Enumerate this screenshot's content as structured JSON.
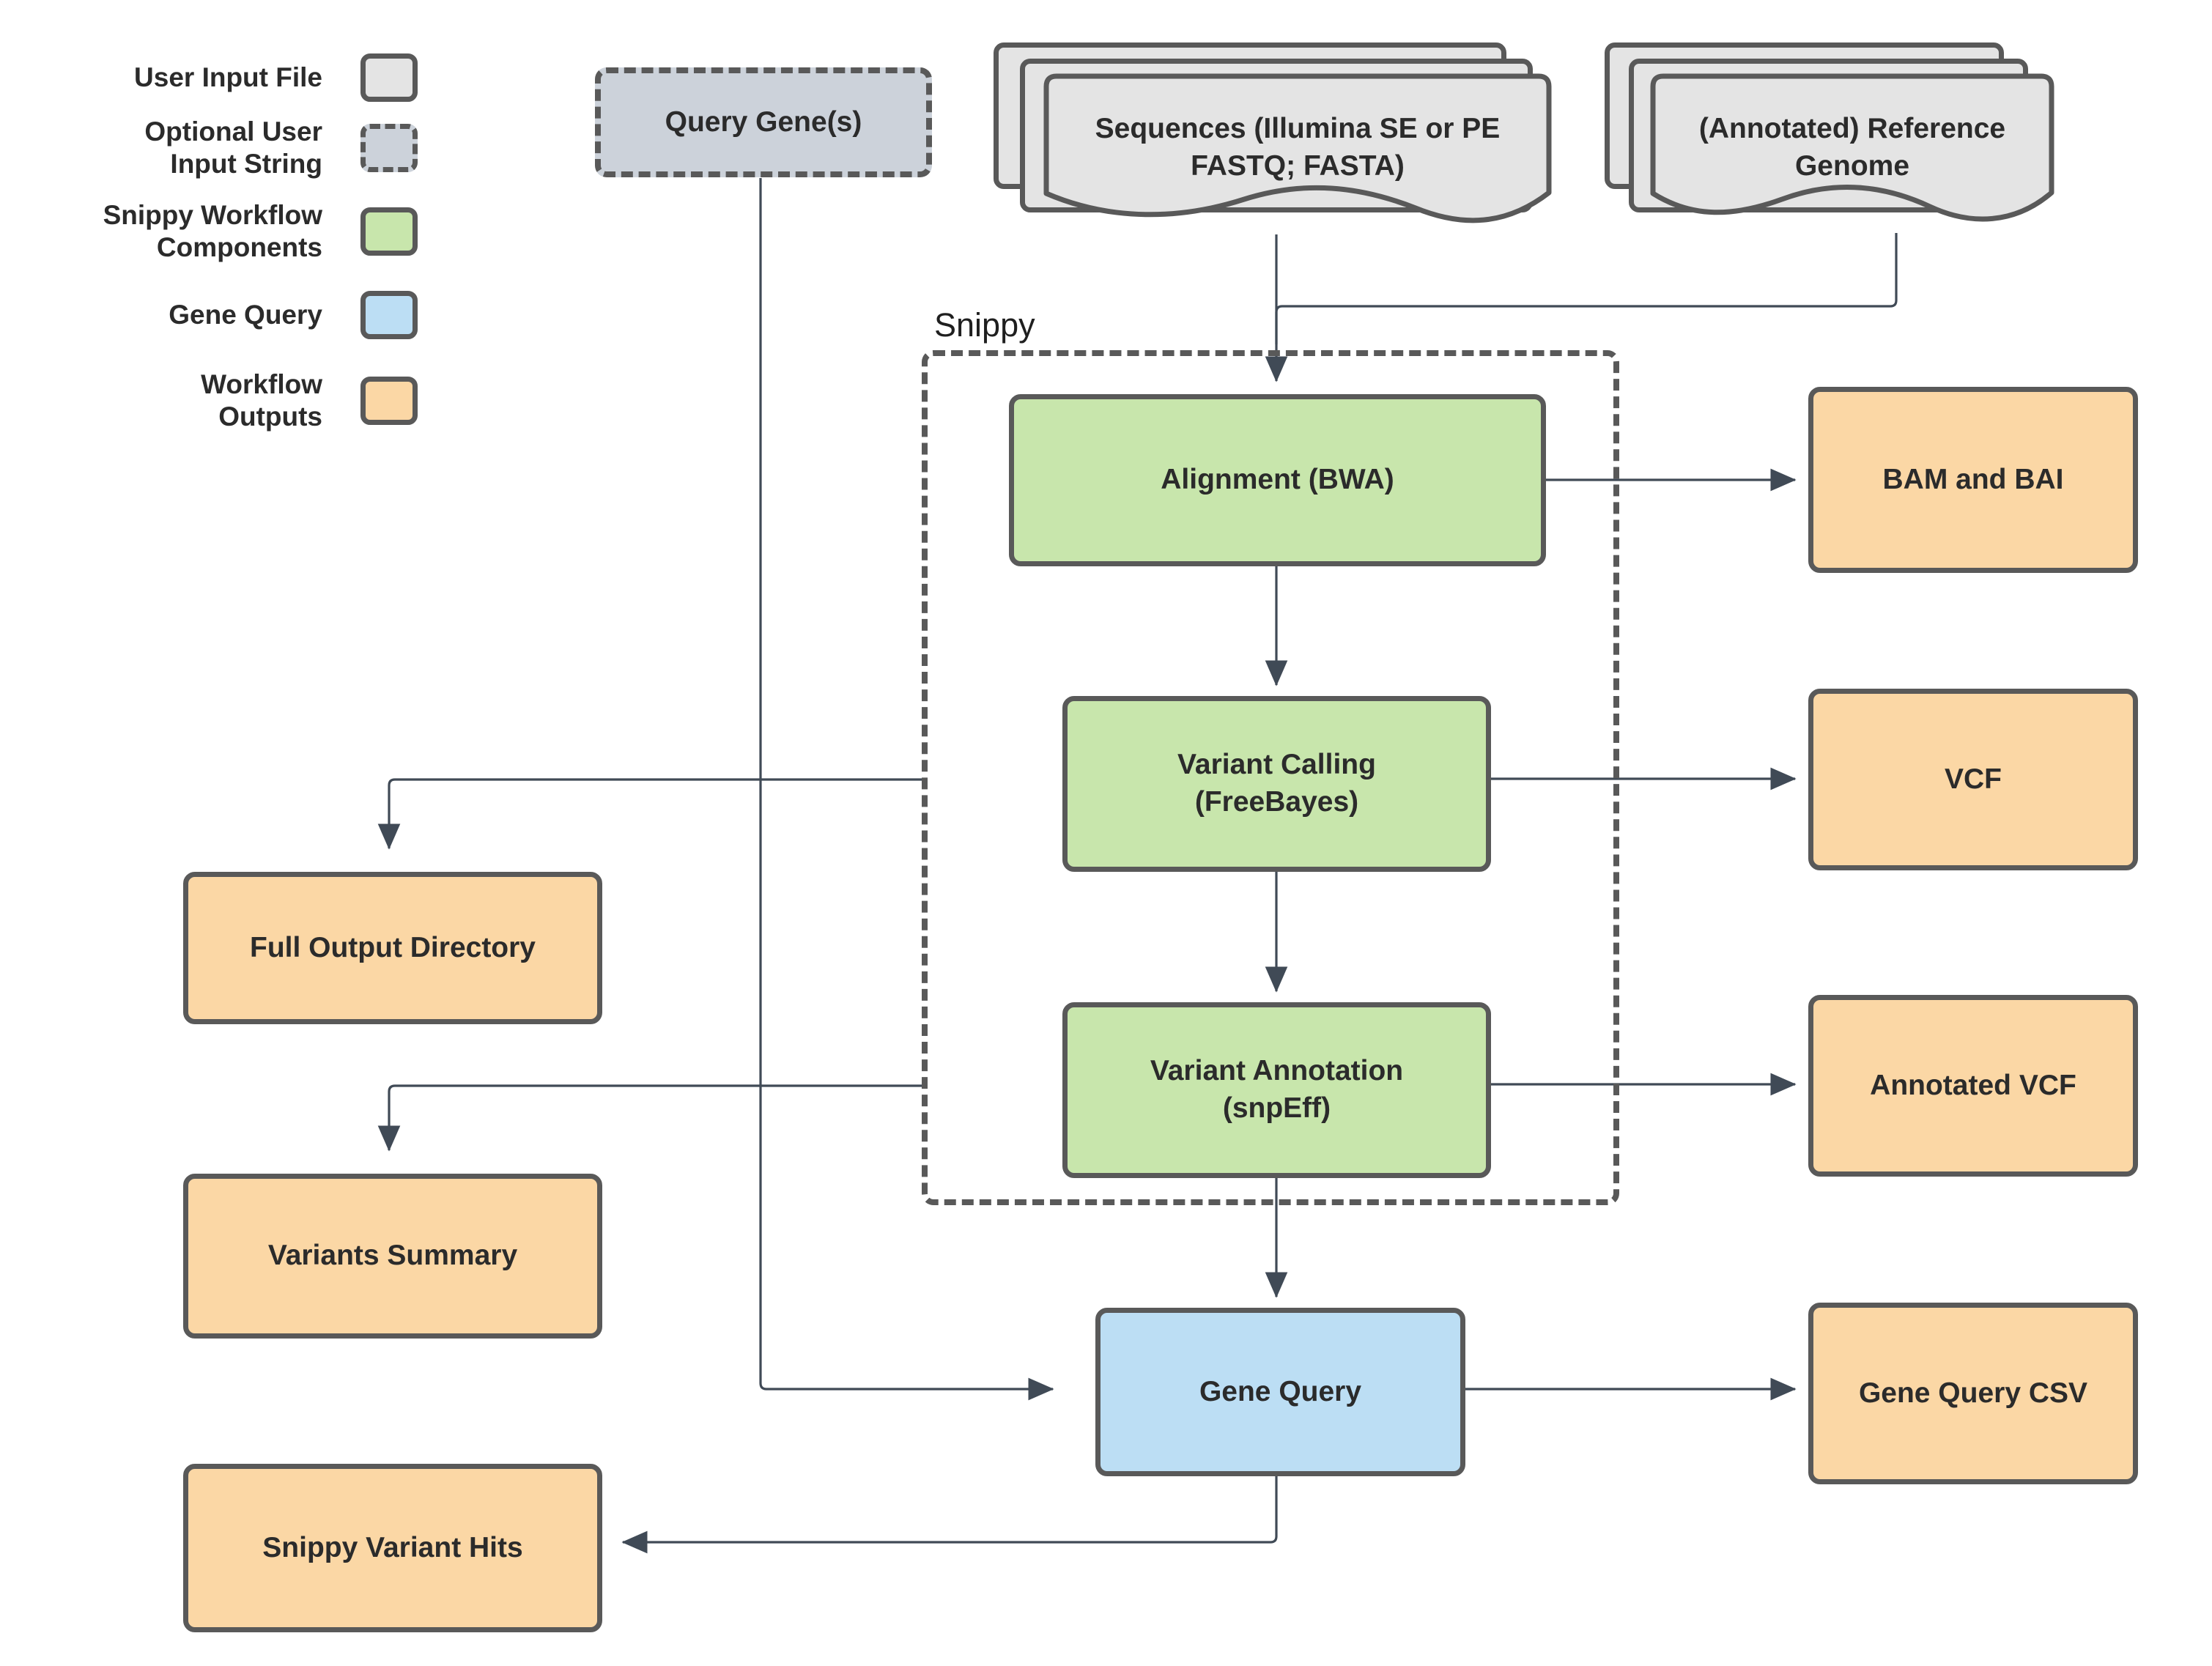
{
  "legend": {
    "items": [
      {
        "label": "User Input File",
        "swatch": "grey-solid",
        "color": "#e4e4e4"
      },
      {
        "label": "Optional User\nInput String",
        "swatch": "slate-dashed",
        "color": "#ccd2da"
      },
      {
        "label": "Snippy Workflow\nComponents",
        "swatch": "green-solid",
        "color": "#c8e6ac"
      },
      {
        "label": "Gene Query",
        "swatch": "blue-solid",
        "color": "#bcdef4"
      },
      {
        "label": "Workflow\nOutputs",
        "swatch": "orange-solid",
        "color": "#fbd7a5"
      }
    ]
  },
  "group": {
    "title": "Snippy"
  },
  "nodes": {
    "query_genes": "Query Gene(s)",
    "sequences": "Sequences (Illumina SE or PE\nFASTQ; FASTA)",
    "reference_genome": "(Annotated) Reference\nGenome",
    "alignment": "Alignment (BWA)",
    "variant_calling": "Variant Calling\n(FreeBayes)",
    "variant_annotation": "Variant Annotation\n(snpEff)",
    "gene_query": "Gene Query",
    "bam_bai": "BAM and BAI",
    "vcf": "VCF",
    "annotated_vcf": "Annotated VCF",
    "gene_query_csv": "Gene Query CSV",
    "full_output_directory": "Full Output Directory",
    "variants_summary": "Variants Summary",
    "snippy_variant_hits": "Snippy Variant Hits"
  },
  "colors": {
    "input_file": "#e4e4e4",
    "optional_input": "#ccd2da",
    "workflow_component": "#c8e6ac",
    "gene_query": "#bcdef4",
    "output": "#fbd7a5",
    "stroke": "#595959",
    "edge": "#404a56",
    "text": "#2b2b2b"
  },
  "edges": [
    {
      "from": "sequences",
      "to": "alignment"
    },
    {
      "from": "reference_genome",
      "to": "alignment"
    },
    {
      "from": "alignment",
      "to": "bam_bai"
    },
    {
      "from": "alignment",
      "to": "variant_calling"
    },
    {
      "from": "variant_calling",
      "to": "vcf"
    },
    {
      "from": "variant_calling",
      "to": "variant_annotation"
    },
    {
      "from": "variant_annotation",
      "to": "annotated_vcf"
    },
    {
      "from": "variant_annotation",
      "to": "gene_query"
    },
    {
      "from": "query_genes",
      "to": "gene_query"
    },
    {
      "from": "gene_query",
      "to": "gene_query_csv"
    },
    {
      "from": "gene_query",
      "to": "snippy_variant_hits"
    },
    {
      "from": "snippy",
      "to": "full_output_directory"
    },
    {
      "from": "snippy",
      "to": "variants_summary"
    }
  ]
}
